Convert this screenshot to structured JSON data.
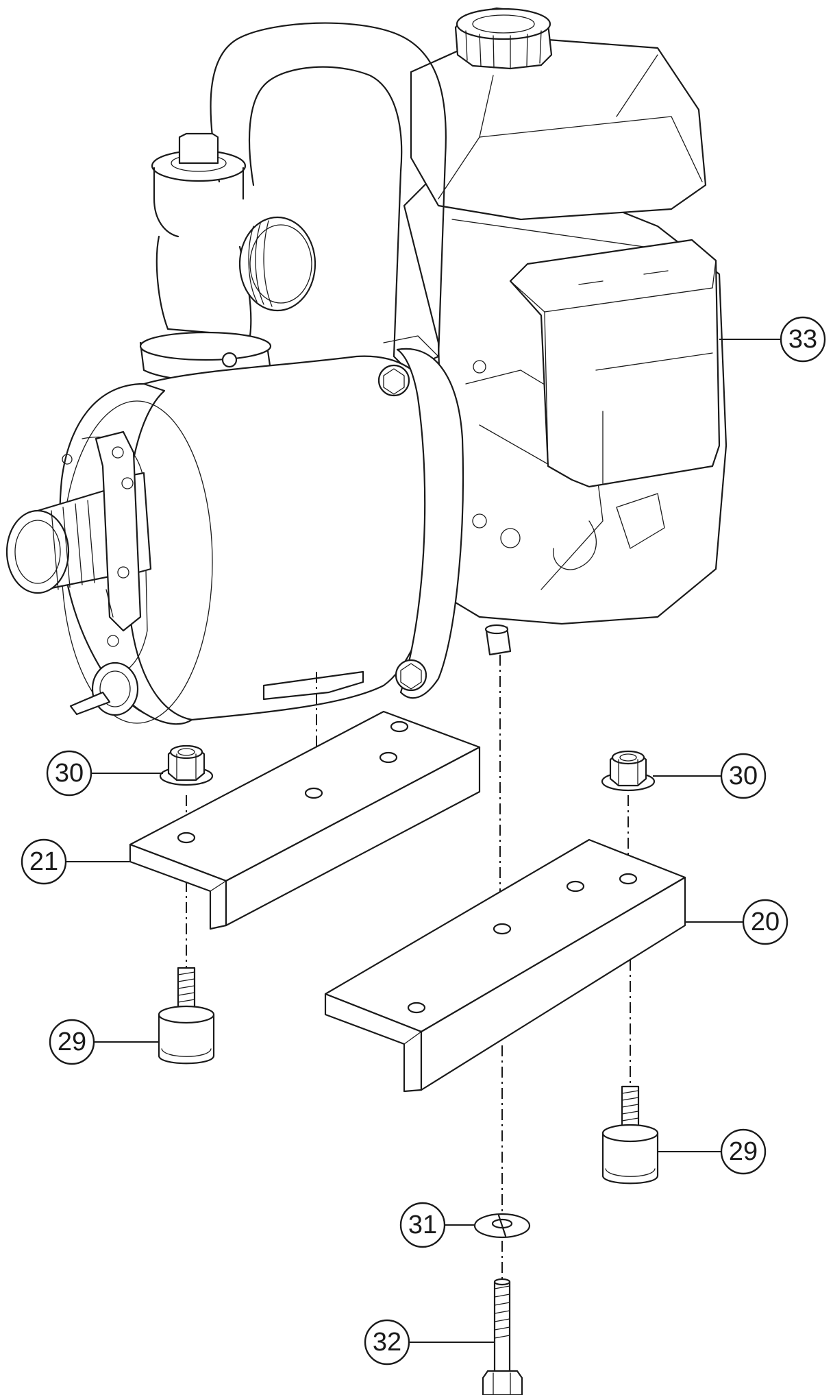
{
  "callouts": {
    "c33": "33",
    "c30a": "30",
    "c30b": "30",
    "c21": "21",
    "c20": "20",
    "c29a": "29",
    "c29b": "29",
    "c31": "31",
    "c32": "32"
  }
}
